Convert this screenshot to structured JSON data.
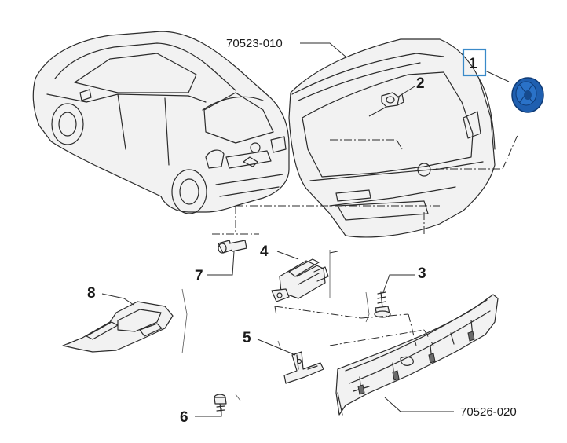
{
  "refs": {
    "tailgate_code": "70523-010",
    "bumper_code": "70526-020"
  },
  "callouts": {
    "c1": "1",
    "c2": "2",
    "c3": "3",
    "c4": "4",
    "c5": "5",
    "c6": "6",
    "c7": "7",
    "c8": "8"
  },
  "colors": {
    "line": "#2b2b2b",
    "highlight_box": "#3a8ac9",
    "highlight_part": "#1f5fb0",
    "background": "#ffffff"
  },
  "highlighted_callout": "1"
}
